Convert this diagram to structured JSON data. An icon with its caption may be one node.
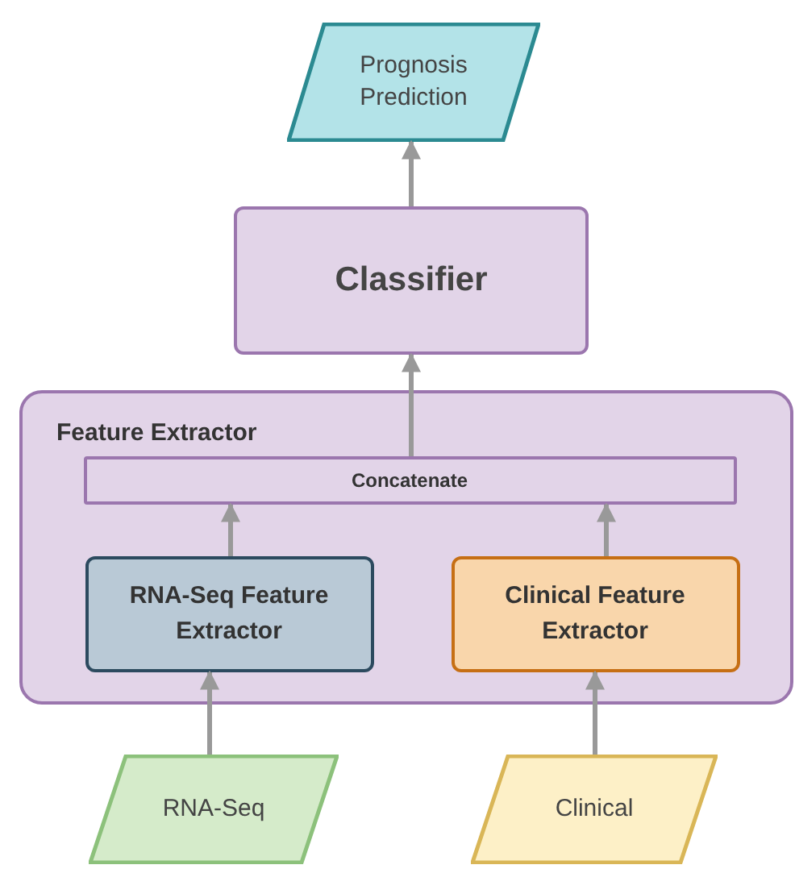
{
  "diagram": {
    "nodes": [
      {
        "text": [
          "Prognosis Prediction"
        ]
      },
      {
        "text": [
          "Classifier"
        ]
      },
      {
        "text": [
          "Feature Extractor"
        ]
      },
      {
        "text": [
          "Concatenate"
        ],
        "in": 2
      },
      {
        "text": [
          "RNA-Seq Feature Extractor"
        ],
        "in": 2
      },
      {
        "text": [
          "Clinical Feature Extractor"
        ],
        "in": 2
      },
      {
        "text": [
          "RNA-Seq"
        ]
      },
      {
        "text": [
          "Clinical"
        ]
      }
    ],
    "edges": [
      {
        "from": 6,
        "to": 4,
        "arrow": "to"
      },
      {
        "from": 7,
        "to": 5,
        "arrow": "to"
      },
      {
        "from": 4,
        "to": 3,
        "arrow": "to"
      },
      {
        "from": 5,
        "to": 3,
        "arrow": "to"
      },
      {
        "from": 3,
        "to": 1,
        "arrow": "to"
      },
      {
        "from": 1,
        "to": 0,
        "arrow": "to"
      }
    ]
  }
}
